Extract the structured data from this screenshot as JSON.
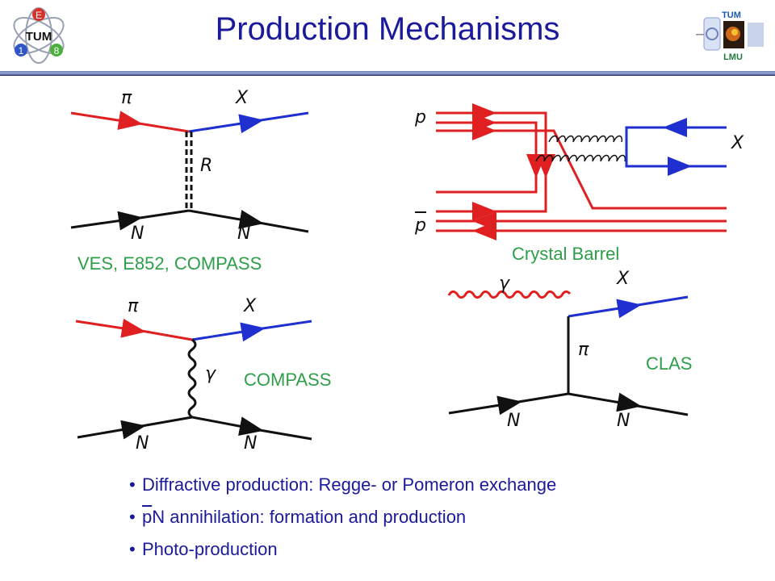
{
  "slide": {
    "title": "Production Mechanisms"
  },
  "logos": {
    "left": {
      "name": "E18 TUM logo",
      "letters": [
        "E",
        "TUM",
        "1",
        "8"
      ]
    },
    "right": {
      "name": "TUM LMU logo",
      "letters": [
        "TUM",
        "LMU"
      ]
    }
  },
  "diagrams": {
    "regge": {
      "beam": "π",
      "out": "X",
      "exchange": "R",
      "target_in": "N",
      "target_out": "N",
      "caption": "VES, E852, COMPASS"
    },
    "primakoff": {
      "beam": "π",
      "out": "X",
      "exchange": "γ",
      "target_in": "N",
      "target_out": "N",
      "caption": "COMPASS"
    },
    "annihilation": {
      "top": "p",
      "bottom": "p",
      "out": "X",
      "caption": "Crystal Barrel"
    },
    "photoproduction": {
      "beam": "γ",
      "out": "X",
      "exchange": "π",
      "target_in": "N",
      "target_out": "N",
      "caption": "CLAS"
    }
  },
  "bullets": [
    {
      "pre": "Diffractive production: Regge- or Pomeron exchange"
    },
    {
      "bar": "p",
      "rest": "N annihilation: formation and production"
    },
    {
      "pre": "Photo-production"
    }
  ],
  "colors": {
    "title": "#1a1a9a",
    "caption": "#2e9e4a",
    "incoming_line": "#e02020",
    "outgoing_line": "#1f2fd0",
    "nucleon_line": "#111111"
  }
}
